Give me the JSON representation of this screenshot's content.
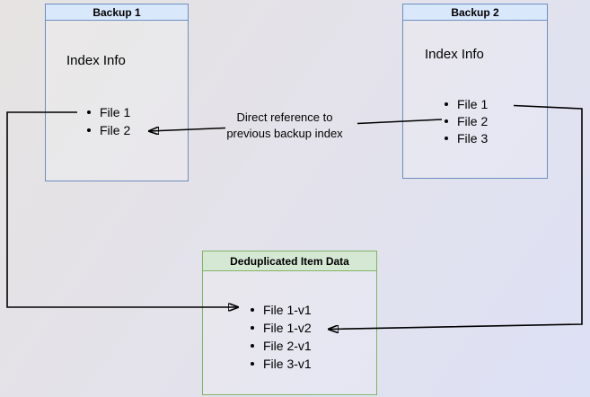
{
  "diagram": {
    "backup1": {
      "title": "Backup 1",
      "section_label": "Index Info",
      "items": [
        "File 1",
        "File 2"
      ]
    },
    "backup2": {
      "title": "Backup 2",
      "section_label": "Index Info",
      "items": [
        "File 1",
        "File 2",
        "File 3"
      ]
    },
    "dedup": {
      "title": "Deduplicated Item Data",
      "items": [
        "File 1-v1",
        "File 1-v2",
        "File 2-v1",
        "File 3-v1"
      ]
    },
    "edges": {
      "direct_reference_label_line1": "Direct reference to",
      "direct_reference_label_line2": "previous backup index"
    }
  },
  "colors": {
    "backup_header_fill": "#dae8fc",
    "backup_border": "#6c8ebf",
    "dedup_header_fill": "#d5e8d4",
    "dedup_border": "#82b366",
    "arrow": "#000000",
    "text": "#000000"
  }
}
